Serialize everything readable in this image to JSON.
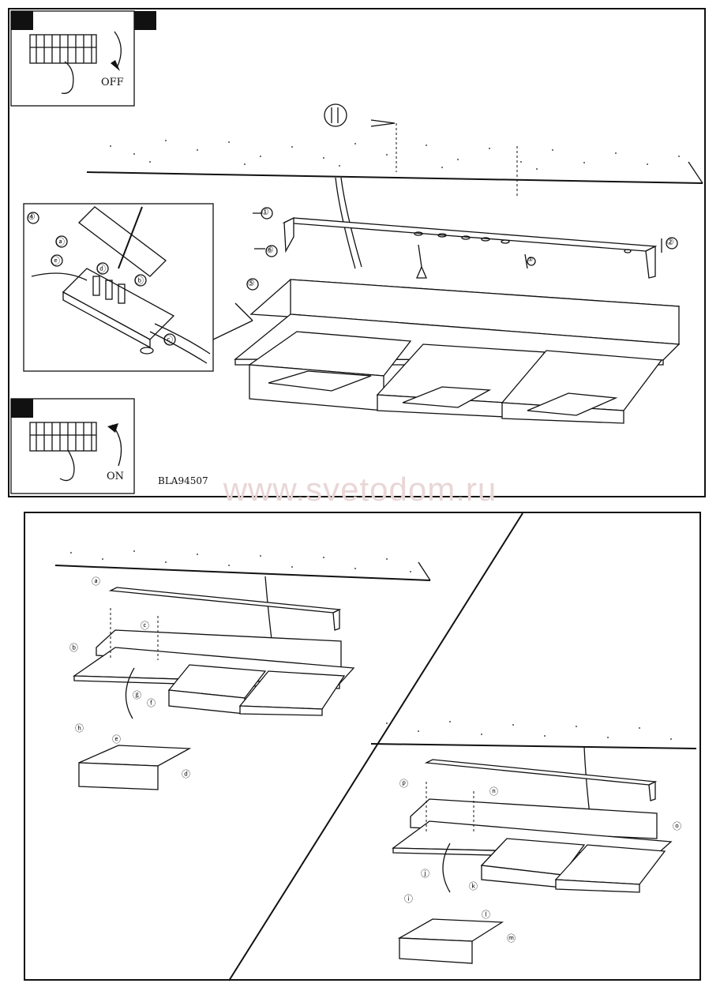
{
  "top_panel": {
    "switch_off_label": "OFF",
    "switch_on_label": "ON",
    "model_code": "BLA94507",
    "step_markers": [
      "①",
      "②",
      "③",
      "⑤",
      "⑥"
    ],
    "detail_marker": "④",
    "detail_steps": [
      "ⓐ",
      "ⓑ",
      "ⓒ",
      "ⓓ",
      "ⓔ"
    ]
  },
  "bottom_panel": {
    "left_steps": [
      "ⓐ",
      "ⓑ",
      "ⓒ",
      "ⓓ",
      "ⓔ",
      "ⓕ",
      "ⓖ",
      "ⓗ"
    ],
    "right_steps": [
      "ⓘ",
      "ⓙ",
      "ⓚ",
      "ⓛ",
      "ⓜ",
      "ⓝ",
      "ⓞ",
      "ⓟ"
    ]
  },
  "watermark": "www.svetodom.ru",
  "colors": {
    "line": "#111111",
    "watermark": "#e9d6d6"
  }
}
